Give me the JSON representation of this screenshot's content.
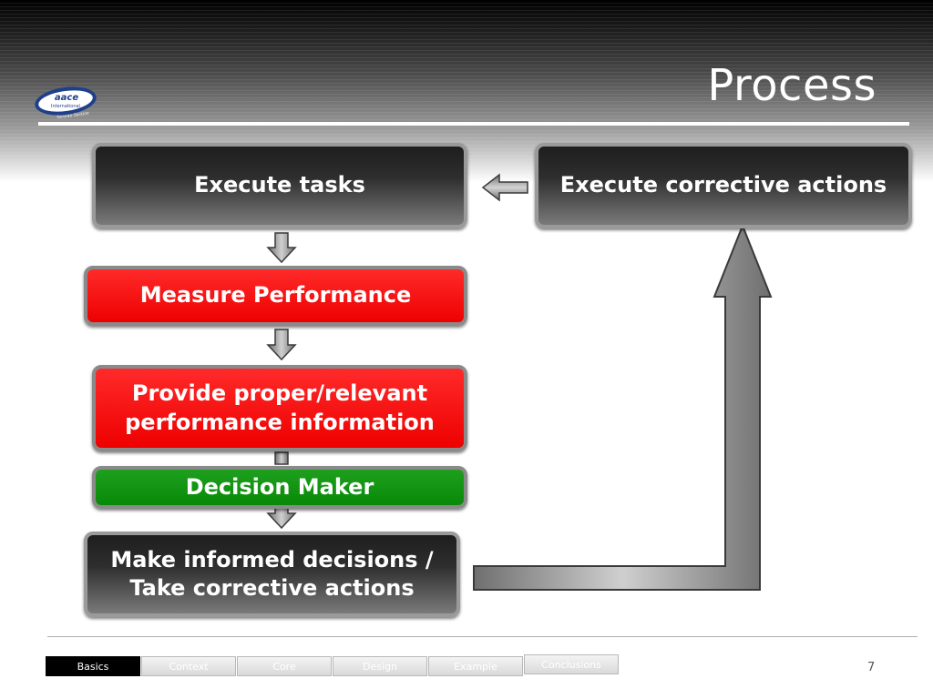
{
  "slide": {
    "title": "Process",
    "page_number": "7"
  },
  "logo": {
    "text_main": "aace",
    "text_sub": "International",
    "text_tag": "Toronto Section"
  },
  "flow": {
    "execute_tasks": "Execute tasks",
    "execute_corrective": "Execute corrective actions",
    "measure": "Measure Performance",
    "provide_line1": "Provide proper/relevant",
    "provide_line2": "performance information",
    "decision_maker": "Decision Maker",
    "make_line1": "Make informed decisions /",
    "make_line2": "Take corrective actions"
  },
  "nav": {
    "tabs": [
      {
        "label": "Basics"
      },
      {
        "label": "Context"
      },
      {
        "label": "Core"
      },
      {
        "label": "Design"
      },
      {
        "label": "Example"
      },
      {
        "label": "Conclusions"
      }
    ]
  },
  "colors": {
    "red": "#ee0000",
    "green": "#088a08",
    "dark": "#2e2e2e"
  }
}
